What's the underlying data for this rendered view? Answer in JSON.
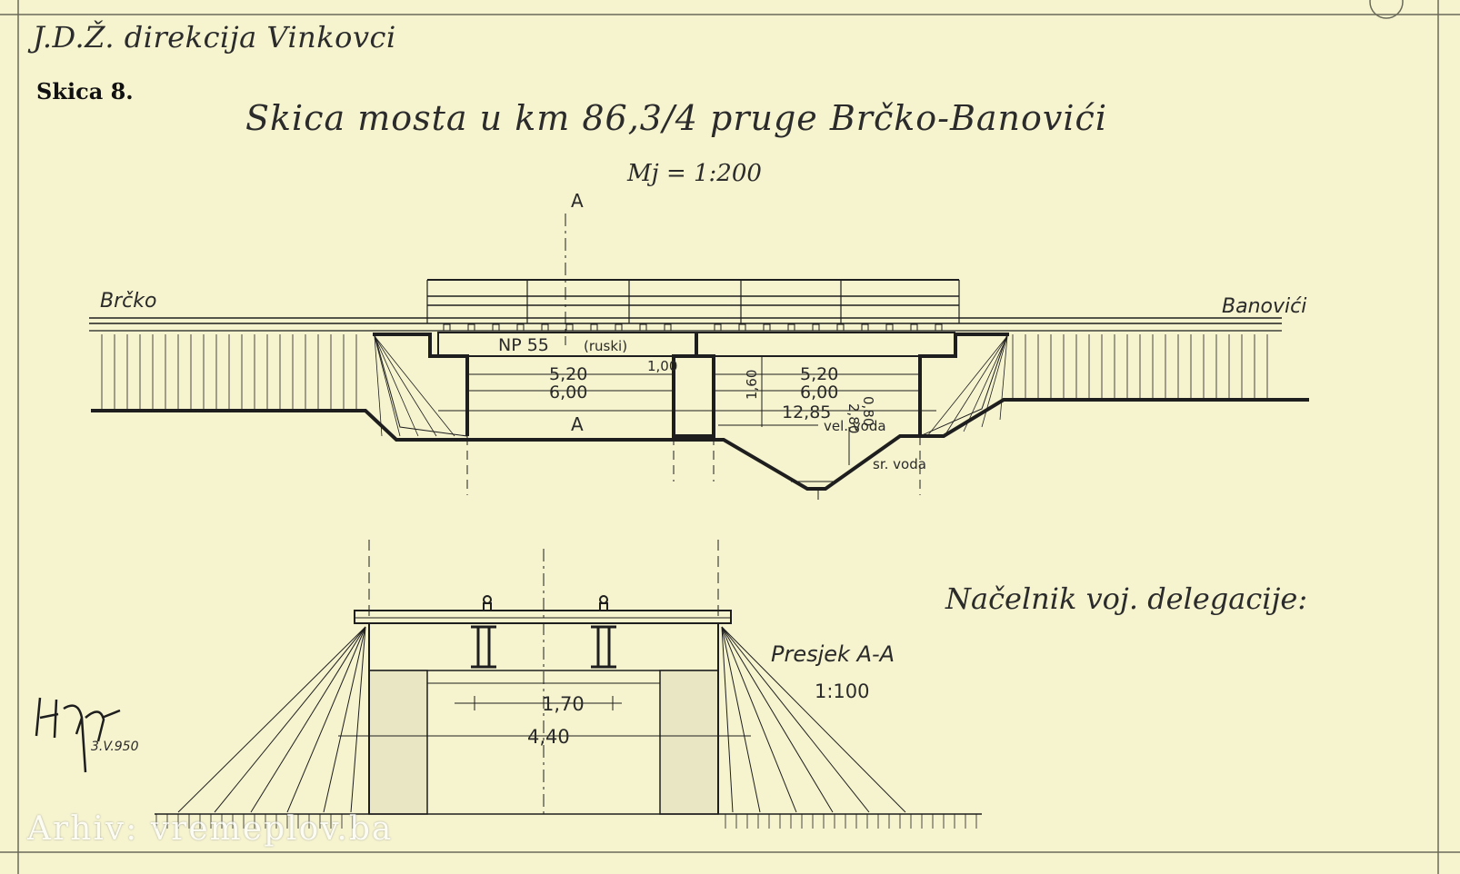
{
  "header": {
    "organization": "J.D.Ž. direkcija Vinkovci",
    "sketch_label": "Skica 8.",
    "title": "Skica mosta u km 86,3/4 pruge Brčko-Banovići",
    "scale_main": "Mj = 1:200"
  },
  "elevation": {
    "section_mark_top": "A",
    "section_mark_bottom": "A",
    "left_place": "Brčko",
    "right_place": "Banovići",
    "profile": "NP 55",
    "profile_note": "(ruski)",
    "dim_span_left_1": "5,20",
    "dim_span_left_2": "6,00",
    "dim_span_right_1": "5,20",
    "dim_span_right_2": "6,00",
    "dim_total": "12,85",
    "dim_pier": "1,00",
    "dim_height_1": "1,60",
    "dim_height_2": "0,80",
    "dim_height_3": "2,80",
    "high_water": "vel. voda",
    "mean_water": "sr. voda"
  },
  "section": {
    "title": "Presjek A-A",
    "scale": "1:100",
    "dim_inner": "1,70",
    "dim_outer": "4,40"
  },
  "footer": {
    "chief_label": "Načelnik voj. delegacije:",
    "signature_date": "3.V.950",
    "watermark": "Arhiv: vremeplov.ba"
  }
}
